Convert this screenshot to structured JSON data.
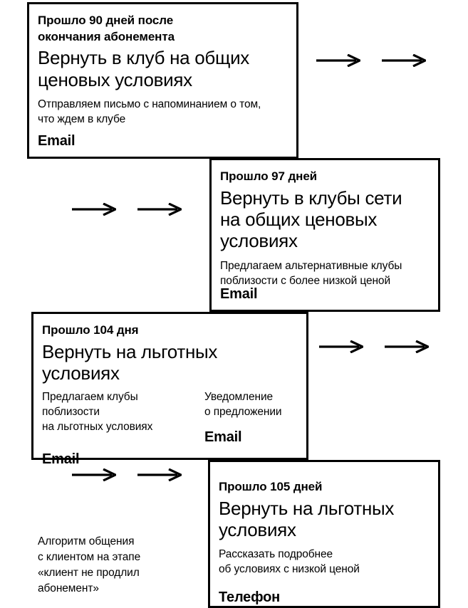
{
  "diagram": {
    "caption_lines": [
      "Алгоритм общения",
      "с клиентом на этапе",
      "«клиент не продлил",
      "абонемент»"
    ],
    "arrow_icon_name": "right-arrow-icon",
    "stroke_color": "#000000",
    "background_color": "#ffffff"
  },
  "steps": [
    {
      "eyebrow_lines": [
        "Прошло 90 дней после",
        "окончания абонемента"
      ],
      "headline_lines": [
        "Вернуть в клуб на общих",
        "ценовых условиях"
      ],
      "body_lines": [
        "Отправляем письмо с напоминанием о том,",
        "что ждем в клубе"
      ],
      "channel": "Email"
    },
    {
      "eyebrow_lines": [
        "Прошло 97 дней"
      ],
      "headline_lines": [
        "Вернуть в клубы сети",
        "на общих ценовых",
        "условиях"
      ],
      "body_lines": [
        "Предлагаем альтернативные клубы",
        "поблизости с более низкой ценой"
      ],
      "channel": "Email"
    },
    {
      "eyebrow_lines": [
        "Прошло 104 дня"
      ],
      "headline_lines": [
        "Вернуть на льготных условиях"
      ],
      "columns": [
        {
          "body_lines": [
            "Предлагаем клубы",
            "поблизости",
            "на льготных условиях"
          ],
          "channel": "Email"
        },
        {
          "body_lines": [
            "Уведомление",
            "о предложении"
          ],
          "channel": "Email"
        }
      ]
    },
    {
      "eyebrow_lines": [
        "Прошло 105 дней"
      ],
      "headline_lines": [
        "Вернуть на льготных",
        "условиях"
      ],
      "body_lines": [
        "Рассказать подробнее",
        "об условиях с низкой ценой"
      ],
      "channel": "Телефон"
    }
  ]
}
